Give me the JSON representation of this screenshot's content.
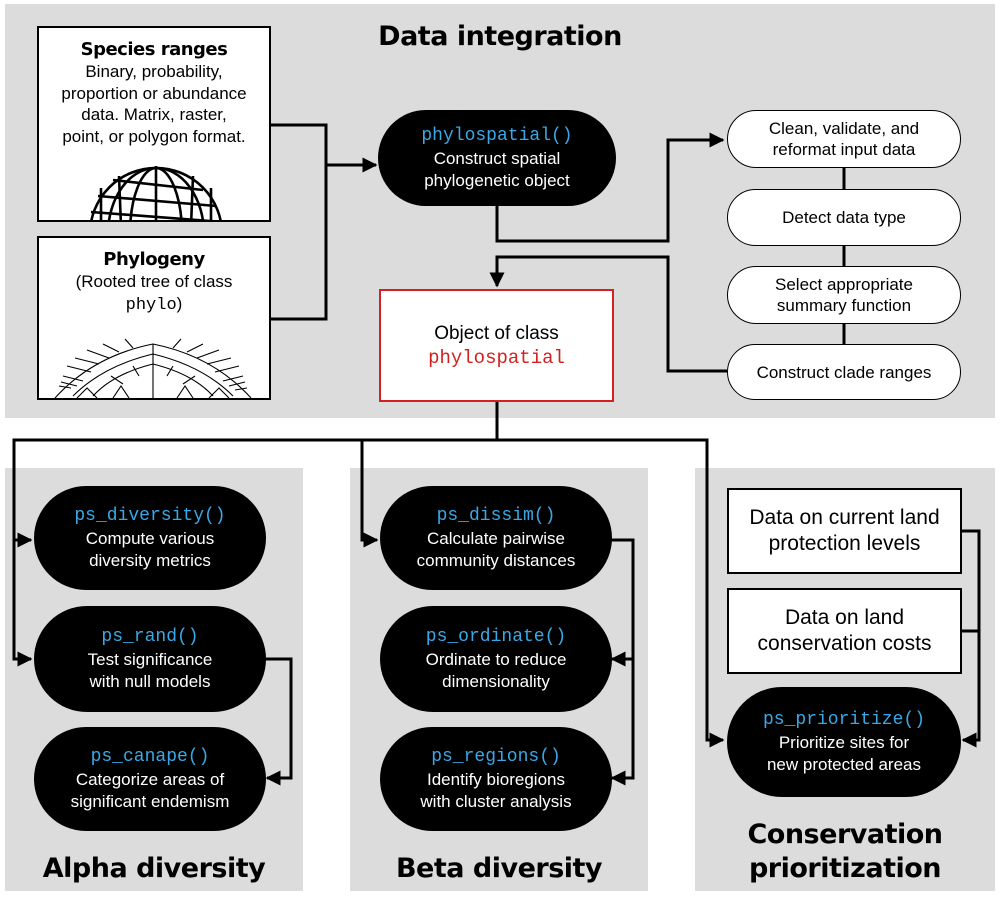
{
  "sections": {
    "data_integration": "Data integration",
    "alpha": "Alpha diversity",
    "beta": "Beta diversity",
    "conservation_line1": "Conservation",
    "conservation_line2": "prioritization"
  },
  "inputs": {
    "species": {
      "title": "Species ranges",
      "lines": [
        "Binary, probability,",
        "proportion or abundance",
        "data. Matrix, raster,",
        "point, or polygon format."
      ],
      "icon": "globe-icon"
    },
    "phylogeny": {
      "title": "Phylogeny",
      "line1": "(Rooted tree of class",
      "code": "phylo",
      "close": ")",
      "icon": "phylogenetic-tree-icon"
    }
  },
  "construct": {
    "fn": "phylospatial()",
    "lines": [
      "Construct spatial",
      "phylogenetic object"
    ]
  },
  "steps": [
    [
      "Clean, validate, and",
      "reformat input data"
    ],
    [
      "Detect data type"
    ],
    [
      "Select appropriate",
      "summary function"
    ],
    [
      "Construct clade ranges"
    ]
  ],
  "object": {
    "line1": "Object of class",
    "code": "phylospatial",
    "code_color": "#d42020"
  },
  "alpha": [
    {
      "fn": "ps_diversity()",
      "lines": [
        "Compute various",
        "diversity metrics"
      ]
    },
    {
      "fn": "ps_rand()",
      "lines": [
        "Test significance",
        "with null models"
      ]
    },
    {
      "fn": "ps_canape()",
      "lines": [
        "Categorize areas of",
        "significant endemism"
      ]
    }
  ],
  "beta": [
    {
      "fn": "ps_dissim()",
      "lines": [
        "Calculate pairwise",
        "community distances"
      ]
    },
    {
      "fn": "ps_ordinate()",
      "lines": [
        "Ordinate to reduce",
        "dimensionality"
      ]
    },
    {
      "fn": "ps_regions()",
      "lines": [
        "Identify bioregions",
        "with cluster analysis"
      ]
    }
  ],
  "conservation": {
    "data1": [
      "Data on current land",
      "protection levels"
    ],
    "data2": [
      "Data on land",
      "conservation costs"
    ],
    "prioritize": {
      "fn": "ps_prioritize()",
      "lines": [
        "Prioritize sites for",
        "new protected areas"
      ]
    }
  },
  "colors": {
    "panel": "#dcdcdc",
    "function": "#3aa8e6",
    "object_border": "#d42020"
  }
}
